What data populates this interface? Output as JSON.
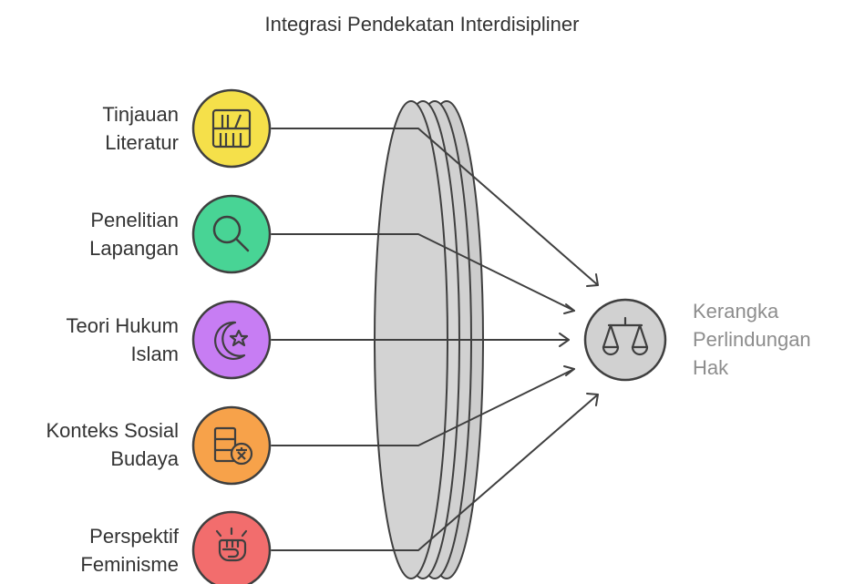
{
  "title": "Integrasi Pendekatan Interdisipliner",
  "inputs": [
    {
      "line1": "Tinjauan",
      "line2": "Literatur",
      "color": "#f5e04a",
      "icon": "bookshelf-icon"
    },
    {
      "line1": "Penelitian",
      "line2": "Lapangan",
      "color": "#48d495",
      "icon": "magnifier-icon"
    },
    {
      "line1": "Teori Hukum",
      "line2": "Islam",
      "color": "#c77df3",
      "icon": "crescent-star-icon"
    },
    {
      "line1": "Konteks Sosial",
      "line2": "Budaya",
      "color": "#f7a24a",
      "icon": "culture-film-icon"
    },
    {
      "line1": "Perspektif",
      "line2": "Feminisme",
      "color": "#f26d6d",
      "icon": "raised-fist-icon"
    }
  ],
  "target": {
    "line1": "Kerangka",
    "line2": "Perlindungan",
    "line3": "Hak",
    "icon": "scales-icon",
    "color": "#d1d1d1"
  },
  "colors": {
    "lens": "#d3d3d3",
    "stroke": "#3f3f3f",
    "target_text": "#8d8d8d",
    "text": "#333333"
  }
}
